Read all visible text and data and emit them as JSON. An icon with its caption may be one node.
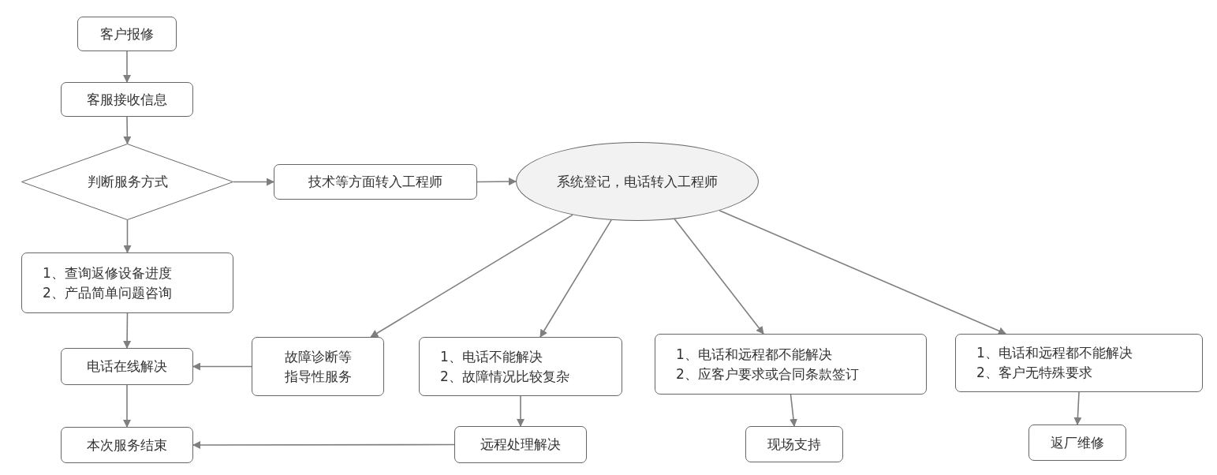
{
  "diagram": {
    "nodes": [
      {
        "text": [
          "客户报修"
        ]
      },
      {
        "text": [
          "客服接收信息"
        ]
      },
      {
        "text": [
          "判断服务方式"
        ]
      },
      {
        "text": [
          "技术等方面转入工程师"
        ]
      },
      {
        "text": [
          "系统登记，电话转入工程师"
        ]
      },
      {
        "text": [
          "1、查询返修设备进度",
          "2、产品简单问题咨询"
        ]
      },
      {
        "text": [
          "电话在线解决"
        ]
      },
      {
        "text": [
          "故障诊断等指导性服务"
        ]
      },
      {
        "text": [
          "1、电话不能解决",
          "2、故障情况比较复杂"
        ]
      },
      {
        "text": [
          "1、电话和远程都不能解决",
          "2、应客户要求或合同条款签订"
        ]
      },
      {
        "text": [
          "1、电话和远程都不能解决",
          "2、客户无特殊要求"
        ]
      },
      {
        "text": [
          "本次服务结束"
        ]
      },
      {
        "text": [
          "远程处理解决"
        ]
      },
      {
        "text": [
          "现场支持"
        ]
      },
      {
        "text": [
          "返厂维修"
        ]
      }
    ],
    "edges": [
      {
        "from": 0,
        "to": 1,
        "arrow": "to"
      },
      {
        "from": 1,
        "to": 2,
        "arrow": "to"
      },
      {
        "from": 2,
        "to": 3,
        "arrow": "to"
      },
      {
        "from": 3,
        "to": 4,
        "arrow": "to"
      },
      {
        "from": 2,
        "to": 5,
        "arrow": "to"
      },
      {
        "from": 5,
        "to": 6,
        "arrow": "to"
      },
      {
        "from": 7,
        "to": 6,
        "arrow": "to"
      },
      {
        "from": 4,
        "to": 7,
        "arrow": "to"
      },
      {
        "from": 4,
        "to": 8,
        "arrow": "to"
      },
      {
        "from": 4,
        "to": 9,
        "arrow": "to"
      },
      {
        "from": 4,
        "to": 10,
        "arrow": "to"
      },
      {
        "from": 6,
        "to": 11,
        "arrow": "to"
      },
      {
        "from": 8,
        "to": 12,
        "arrow": "to"
      },
      {
        "from": 12,
        "to": 11,
        "arrow": "to"
      },
      {
        "from": 9,
        "to": 13,
        "arrow": "to"
      },
      {
        "from": 10,
        "to": 14,
        "arrow": "to"
      }
    ]
  }
}
